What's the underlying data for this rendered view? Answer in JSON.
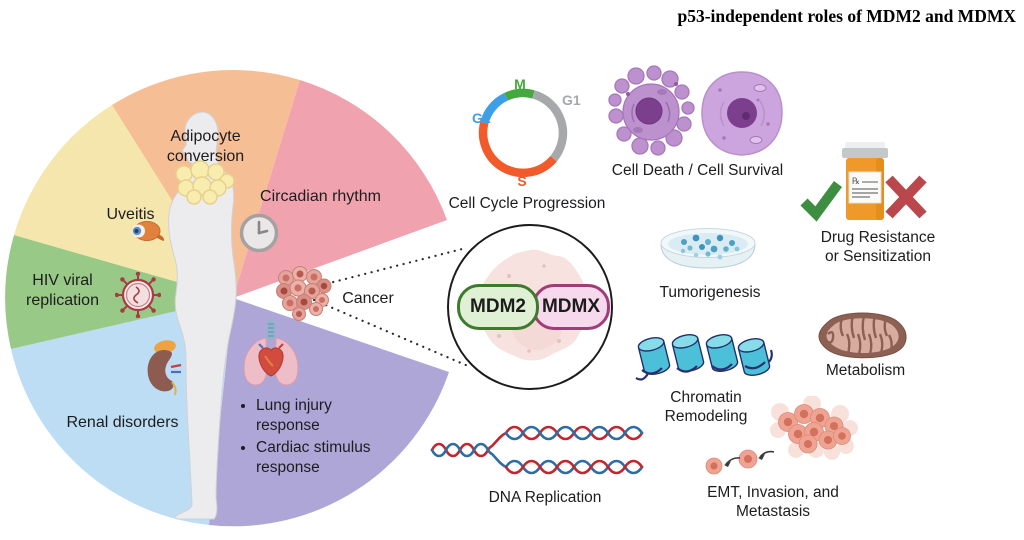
{
  "title": "p53-independent roles of MDM2 and MDMX",
  "center_complex": {
    "mdm2": "MDM2",
    "mdm2_fill": "#dff0d5",
    "mdm2_border": "#3e7a2e",
    "mdmx": "MDMX",
    "mdmx_fill": "#f6d9ec",
    "mdmx_border": "#a03c78"
  },
  "pie": {
    "segments": {
      "adipocyte": {
        "label": "Adipocyte conversion",
        "color": "#F6BE94",
        "icon": "fat-cells-icon"
      },
      "circadian": {
        "label": "Circadian rhythm",
        "color": "#F0A3AE",
        "icon": "clock-icon"
      },
      "cancer": {
        "label": "Cancer",
        "color": "#FFFFFF",
        "icon": "tumor-cells-icon"
      },
      "lung_cardiac": {
        "color": "#AEA6D6",
        "icon": "lungs-heart-icon",
        "items": [
          "Lung injury response",
          "Cardiac stimulus response"
        ]
      },
      "renal": {
        "label": "Renal disorders",
        "color": "#BCDDF4",
        "icon": "kidney-icon"
      },
      "hiv": {
        "label": "HIV viral replication",
        "color": "#99C986",
        "icon": "virus-icon"
      },
      "uveitis": {
        "label": "Uveitis",
        "color": "#F4E6AC",
        "icon": "eye-icon"
      }
    }
  },
  "functions": {
    "cell_cycle": {
      "label": "Cell Cycle Progression",
      "icon": "cell-cycle-ring-icon",
      "phases": [
        {
          "name": "M",
          "color": "#44A83C"
        },
        {
          "name": "G1",
          "color": "#A6A8AB"
        },
        {
          "name": "G2",
          "color": "#3D9FE8"
        },
        {
          "name": "S",
          "color": "#F15B2B"
        }
      ]
    },
    "cell_death": {
      "label": "Cell Death / Cell Survival",
      "icon": "apoptotic-and-healthy-cell-icon"
    },
    "drug": {
      "label": "Drug Resistance or Sensitization",
      "icon": "pill-bottle-icon",
      "check_color": "#3E8E41",
      "cross_color": "#B9474B",
      "bottle_label": "℞"
    },
    "tumorigenesis": {
      "label": "Tumorigenesis",
      "icon": "petri-dish-icon"
    },
    "chromatin": {
      "label": "Chromatin Remodeling",
      "icon": "nucleosomes-icon"
    },
    "metabolism": {
      "label": "Metabolism",
      "icon": "mitochondrion-icon"
    },
    "dna": {
      "label": "DNA Replication",
      "icon": "replication-fork-icon"
    },
    "emt": {
      "label": "EMT, Invasion, and Metastasis",
      "icon": "metastasis-cells-icon"
    }
  }
}
